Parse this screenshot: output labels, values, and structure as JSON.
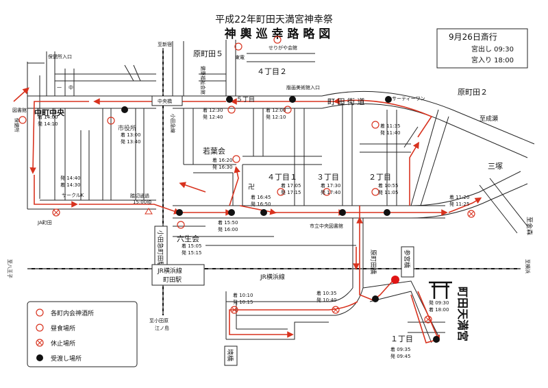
{
  "title": {
    "line1": "平成22年町田天満宮神幸祭",
    "line2": "神 輿 巡 幸 路 略 図"
  },
  "schedule": {
    "date": "9月26日斎行",
    "depart": "宮出し 09:30",
    "return": "宮入り 18:00"
  },
  "legend": [
    {
      "symbol": "ring",
      "label": "各町内会神酒所"
    },
    {
      "symbol": "ring",
      "label": "昼食場所"
    },
    {
      "symbol": "xring",
      "label": "休止場所"
    },
    {
      "symbol": "dot",
      "label": "受渡し場所"
    }
  ],
  "labels": {
    "shinjuku": "至新宿",
    "odawara": "至小田原",
    "enoshima": "江ノ島",
    "hachioji": "至八王子",
    "yokohama": "至横浜",
    "naruse": "至成瀬",
    "kanamori": "至金森",
    "hokenjo": "保健所入口",
    "hokenjo_small": "保健所",
    "toshokan": "図書館",
    "ichome": "一",
    "naka": "中",
    "nakamachi": "中町中央",
    "haramachida5": "原町田５",
    "haramachida2": "原町田２",
    "toden": "東電",
    "serigaya": "せりがや会館",
    "kenko": "健康福祉会館",
    "yon2": "４丁目２",
    "hanga": "版画美術館入口",
    "machida_kaido": "町 田 街 道",
    "sa_one": "サーティーワン",
    "chuokyo": "中央橋",
    "odakyu_sen": "小田急線",
    "go": "５丁目",
    "shiyakusho": "市役所",
    "wakaba": "若葉会",
    "yon1": "４丁目１",
    "san": "３丁目",
    "ni": "２丁目",
    "mitsuzuka": "三塚",
    "sakuru": "サークルK",
    "ja": "JA町田",
    "fumikiri": "踏切通過",
    "fumikiri_time": "15:00頃",
    "odakyu_eki": "小田急町田駅",
    "rokusei": "六生会",
    "jr_eki": "JR横浜線",
    "jr_eki2": "町田駅",
    "jr_line": "JR横浜線",
    "toshokan_chuo": "市立中央図書館",
    "haramachida_bashi": "原町田橋",
    "sangu": "参宮橋",
    "sakai": "境橋",
    "ichi": "１丁目",
    "tenmangu": "町田天満宮",
    "manji": "卍"
  },
  "times": {
    "nakamachi_a": "着 14:00",
    "nakamachi_b": "発 14:10",
    "shiyaku_a": "着 13:00",
    "shiyaku_b": "発 13:40",
    "sakuru_a": "発 14:40",
    "sakuru_b": "着 14:30",
    "go_a": "着 12:30",
    "go_b": "発 12:40",
    "m1200_a": "着 12:00",
    "m1200_b": "発 12:10",
    "sa_a": "着 11:35",
    "sa_b": "発 11:40",
    "wakaba_a": "着 16:20",
    "wakaba_b": "発 16:30",
    "yon1_a": "着 17:05",
    "yon1_b": "発 17:15",
    "m1645_a": "着 16:45",
    "m1645_b": "発 16:50",
    "san_a": "着 17:30",
    "san_b": "発 17:40",
    "ni_a": "着 10:55",
    "ni_b": "発 11:05",
    "mitsu_a": "着 11:20",
    "mitsu_b": "発 11:25",
    "m1550_a": "着 15:50",
    "m1550_b": "発 16:00",
    "roku_a": "着 15:05",
    "roku_b": "発 15:15",
    "s1010_a": "着 10:10",
    "s1010_b": "発 10:15",
    "s1035_a": "着 10:35",
    "s1035_b": "発 10:40",
    "ten_a": "発 09:30",
    "ten_b": "着 18:00",
    "ichi_a": "着 09:35",
    "ichi_b": "発 09:45"
  }
}
